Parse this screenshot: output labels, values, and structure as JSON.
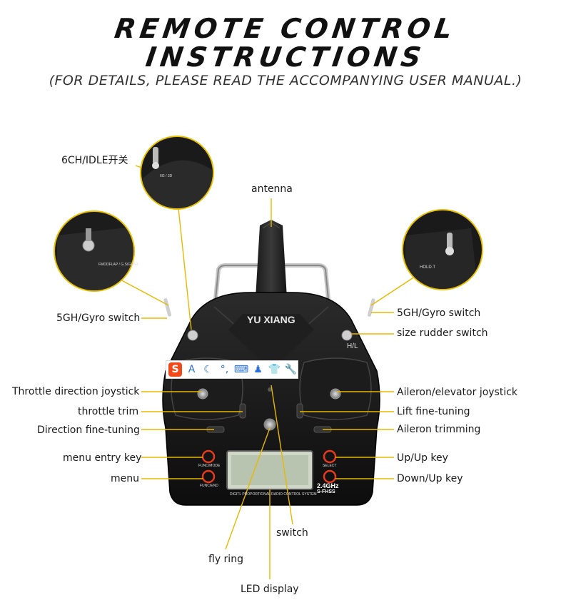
{
  "title": {
    "line1": "REMOTE CONTROL",
    "line2": "INSTRUCTIONS"
  },
  "subtitle": "(FOR DETAILS, PLEASE READ THE ACCOMPANYING USER MANUAL.)",
  "labels": {
    "ch6_idle": "6CH/IDLE开关",
    "antenna": "antenna",
    "gyro_left": "5GH/Gyro switch",
    "gyro_right": "5GH/Gyro switch",
    "size_rudder": "size rudder switch",
    "throttle_joystick": "Throttle direction joystick",
    "aileron_joystick": "Aileron/elevator joystick",
    "throttle_trim": "throttle trim",
    "lift_fine": "Lift fine-tuning",
    "direction_fine": "Direction fine-tuning",
    "aileron_trim": "Aileron trimming",
    "menu_entry": "menu entry key",
    "up_key": "Up/Up key",
    "menu": "menu",
    "down_key": "Down/Up key",
    "switch": "switch",
    "fly_ring": "fly ring",
    "led_display": "LED display"
  },
  "device": {
    "brand": "YU XIANG",
    "hl": "H/L",
    "func_mode": "FUNC/MODE",
    "func_end": "FUNC/END",
    "select": "SELECT",
    "freq": "2.4GHz",
    "fhss": "S-FHSS",
    "system": "DIGITL PROPORTIONAL RADIO CONTROL SYSTEM",
    "hold": "HOLD.T",
    "gear": "FMODFLAP / G.S/GEAR",
    "mode_3d": "6G / 3D"
  },
  "ime_toolbar": {
    "s": "S",
    "a": "A"
  },
  "colors": {
    "leader": "#e8b800",
    "accent_ring": "#e83a1a",
    "body": "#141414",
    "lens": "#f2c500"
  }
}
